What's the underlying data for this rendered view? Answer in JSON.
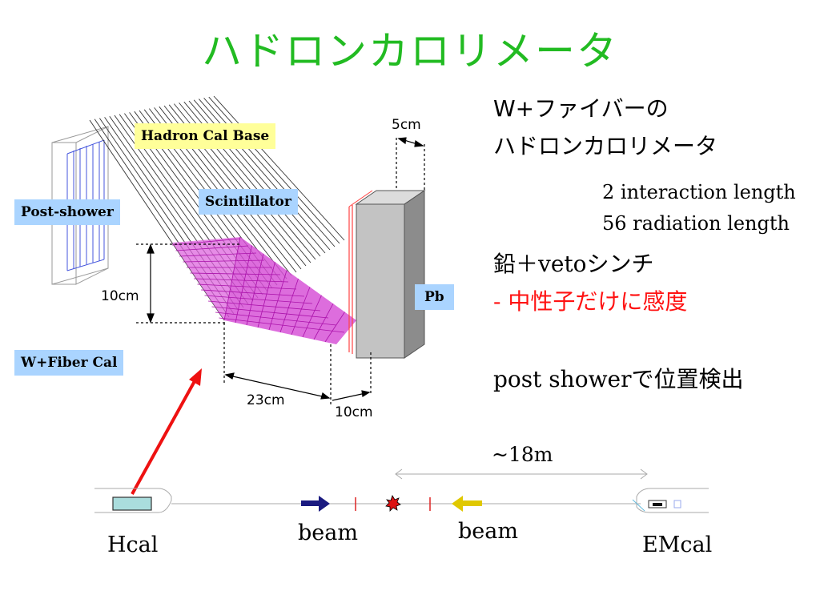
{
  "title": "ハドロンカロリメータ",
  "labels": {
    "hadron_cal_base": "Hadron Cal Base",
    "scintillator": "Scintillator",
    "post_shower": "Post-shower",
    "pb": "Pb",
    "w_fiber_cal": "W+Fiber Cal"
  },
  "dimensions": {
    "d5cm": "5cm",
    "d10cm_vertical": "10cm",
    "d23cm": "23cm",
    "d10cm_bottom": "10cm"
  },
  "description": {
    "heading_line1": "W+ファイバーの",
    "heading_line2": "ハドロンカロリメータ",
    "interaction_length": "2 interaction length",
    "radiation_length": "56 radiation length",
    "veto_prefix": "鉛＋",
    "veto_roman": "veto",
    "veto_suffix": "シンチ",
    "neutron_dash": "- ",
    "neutron_text": "中性子だけに感度",
    "post_shower_roman": "post shower",
    "post_shower_suffix": "で位置検出"
  },
  "beamline": {
    "distance": "~18m",
    "hcal": "Hcal",
    "beam_left": "beam",
    "beam_right": "beam",
    "emcal": "EMcal"
  },
  "colors": {
    "title": "#22bb22",
    "tag_yellow": "#ffff99",
    "tag_blue": "#aad4ff",
    "scintillator": "#cc33cc",
    "arrow_red": "#ee1111",
    "beam_left_arrow": "#1a1a80",
    "beam_right_arrow": "#e0c800"
  }
}
